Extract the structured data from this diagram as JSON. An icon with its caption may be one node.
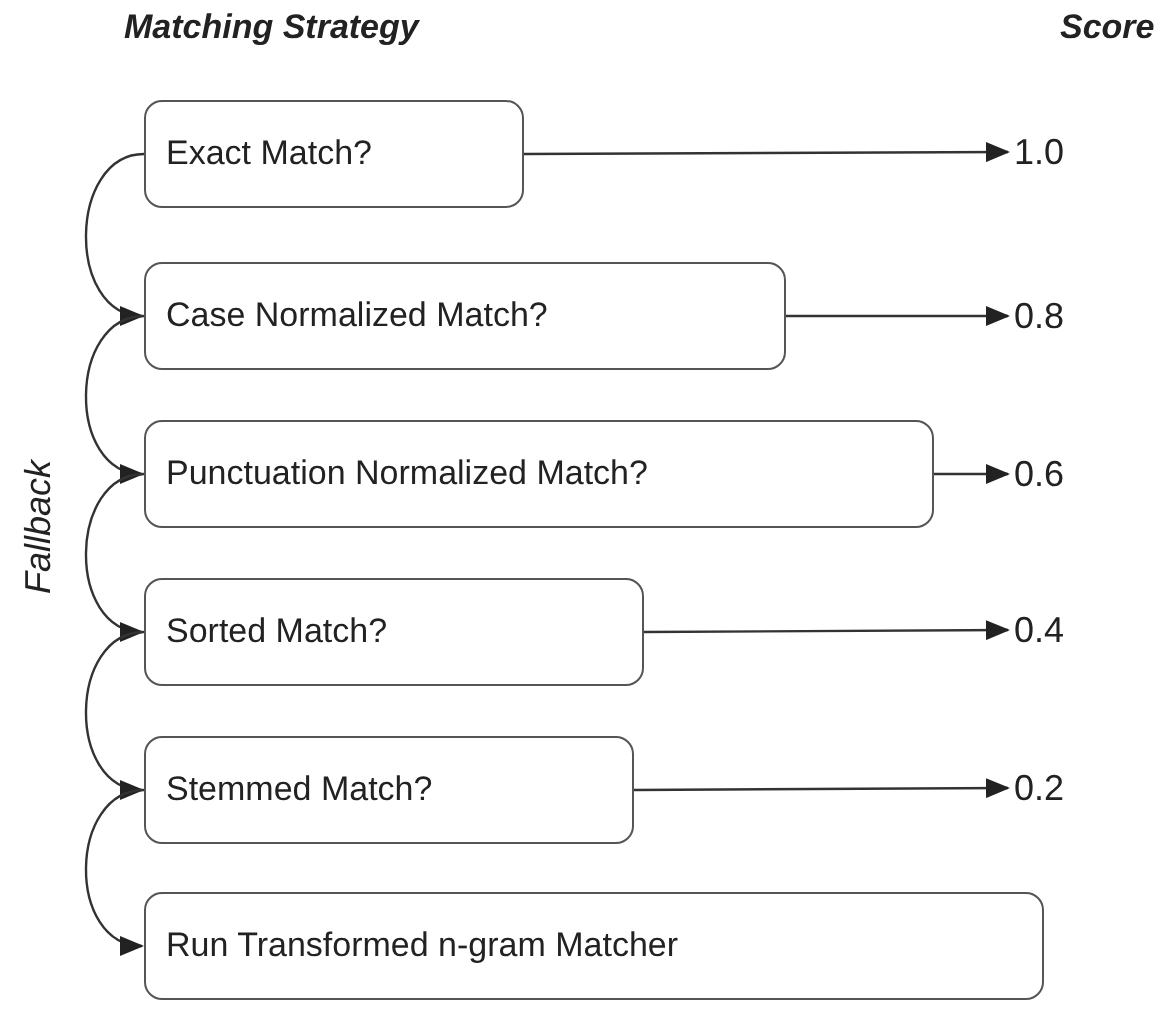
{
  "diagram": {
    "nodes": [
      {
        "text": [
          "Exact Match?"
        ]
      },
      {
        "text": [
          "Case Normalized Match?"
        ]
      },
      {
        "text": [
          "Punctuation Normalized Match?"
        ]
      },
      {
        "text": [
          "Sorted Match?"
        ]
      },
      {
        "text": [
          "Stemmed Match?"
        ]
      },
      {
        "text": [
          "Run Transformed n-gram Matcher"
        ]
      },
      {
        "text": [
          "1.0"
        ]
      },
      {
        "text": [
          "0.8"
        ]
      },
      {
        "text": [
          "0.6"
        ]
      },
      {
        "text": [
          "0.4"
        ]
      },
      {
        "text": [
          "0.2"
        ]
      }
    ],
    "edges": [
      {
        "from": 0,
        "to": 6,
        "arrow": "to"
      },
      {
        "from": 1,
        "to": 7,
        "arrow": "to"
      },
      {
        "from": 2,
        "to": 8,
        "arrow": "to"
      },
      {
        "from": 3,
        "to": 9,
        "arrow": "to"
      },
      {
        "from": 4,
        "to": 10,
        "arrow": "to"
      },
      {
        "from": 0,
        "to": 1,
        "arrow": "to"
      },
      {
        "from": 1,
        "to": 2,
        "arrow": "to"
      },
      {
        "from": 2,
        "to": 3,
        "arrow": "to"
      },
      {
        "from": 3,
        "to": 4,
        "arrow": "to"
      },
      {
        "from": 4,
        "to": 5,
        "arrow": "to"
      }
    ],
    "labels": [
      "Matching Strategy",
      "Score",
      "Fallback"
    ]
  }
}
